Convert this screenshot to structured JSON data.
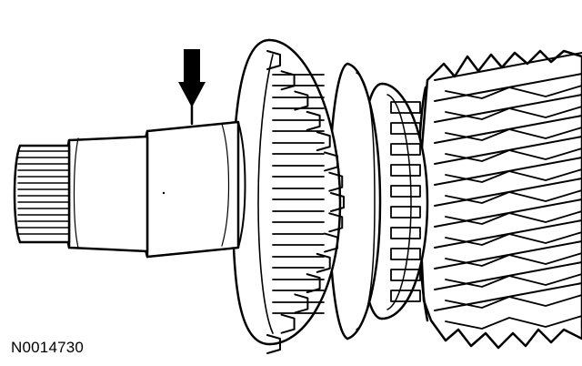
{
  "figure": {
    "id_label": "N0014730"
  },
  "colors": {
    "ink": "#000000",
    "paper": "#ffffff"
  },
  "parts": {
    "pointer": "arrow-down-icon",
    "shaft": "output-shaft",
    "collar": "bearing-collar",
    "gear_1": "spur-gear",
    "hub": "synchronizer-hub",
    "gear_2": "helical-gear"
  }
}
